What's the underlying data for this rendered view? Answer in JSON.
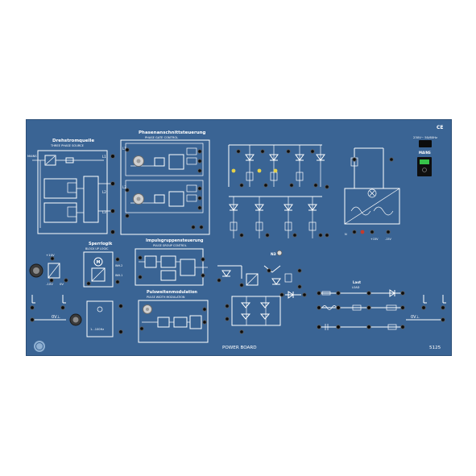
{
  "colors": {
    "panel": "#3a6494",
    "panel_edge": "#2c4f78",
    "lines": "#ffffff",
    "socket": "#0c0c0c",
    "switch": "#0f0f0f",
    "switch_led": "#37c24a",
    "led_yellow": "#e4d14a",
    "led_red": "#c63b2c"
  },
  "sections": {
    "three_phase": {
      "title_de": "Drehstromquelle",
      "title_en": "THREE PHASE SOURCE",
      "mains": "MAINS"
    },
    "phase_gate": {
      "title_de": "Phasenanschnittsteuerung",
      "title_en": "PHASE GATE CONTROL"
    },
    "block_up": {
      "title_de": "Sperrlogik",
      "title_en": "BLOCK UP LOGIC"
    },
    "pulse_group": {
      "title_de": "Impulsgruppensteuerung",
      "title_en": "PULSE GROUP CONTROL"
    },
    "pwm": {
      "title_de": "Pulsweitenmodulation",
      "title_en": "PULSE WIDTH MODULATION"
    },
    "load": {
      "title_de": "Last",
      "title_en": "LOAD"
    },
    "power_supply": {
      "voltage": "230V~ 50/60Hz",
      "mains_label": "MAINS",
      "ce": "CE"
    }
  },
  "labels": {
    "power_board": "POWER BOARD",
    "model": "5125",
    "ov_left": "0V⊥",
    "ov_right": "0V⊥",
    "plus10v": "+10V",
    "minus10v": "-10V",
    "zero_v": "0V",
    "freq": "1...100Hz",
    "n3": "N3",
    "n_label": "N",
    "phase_l1": "L1",
    "phase_l2": "L2",
    "phase_l3": "L3",
    "supply_plus": "+15V",
    "supply_minus": "-15V",
    "inh1": "INH.1",
    "inh2": "INH.2"
  }
}
